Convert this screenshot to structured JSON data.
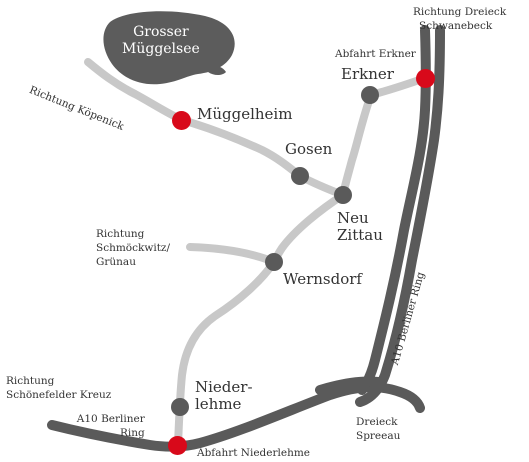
{
  "colors": {
    "motorway": "#5a5a5a",
    "road": "#c8c8c8",
    "lake": "#5c5c5c",
    "town_dot": "#5a5a5a",
    "junction_dot": "#d8091a",
    "label": "#333333"
  },
  "lake": {
    "line1": "Grosser",
    "line2": "Müggelsee"
  },
  "towns": {
    "mueggelheim": "Müggelheim",
    "gosen": "Gosen",
    "erkner": "Erkner",
    "neu_zittau_1": "Neu",
    "neu_zittau_2": "Zittau",
    "wernsdorf": "Wernsdorf",
    "niederlehme_1": "Nieder-",
    "niederlehme_2": "lehme"
  },
  "exits": {
    "erkner": "Abfahrt Erkner",
    "niederlehme": "Abfahrt Niederlehme"
  },
  "directions": {
    "koepenick": "Richtung Köpenick",
    "dreieck_schwanebeck_1": "Richtung Dreieck",
    "dreieck_schwanebeck_2": "Schwanebeck",
    "schmoeckwitz_1": "Richtung",
    "schmoeckwitz_2": "Schmöckwitz/",
    "schmoeckwitz_3": "Grünau",
    "schoenefelder_1": "Richtung",
    "schoenefelder_2": "Schönefelder Kreuz"
  },
  "motorways": {
    "a10_east": "A10 Berliner Ring",
    "a10_west_1": "A10 Berliner",
    "a10_west_2": "Ring",
    "dreieck_spreeau_1": "Dreieck",
    "dreieck_spreeau_2": "Spreeau"
  }
}
